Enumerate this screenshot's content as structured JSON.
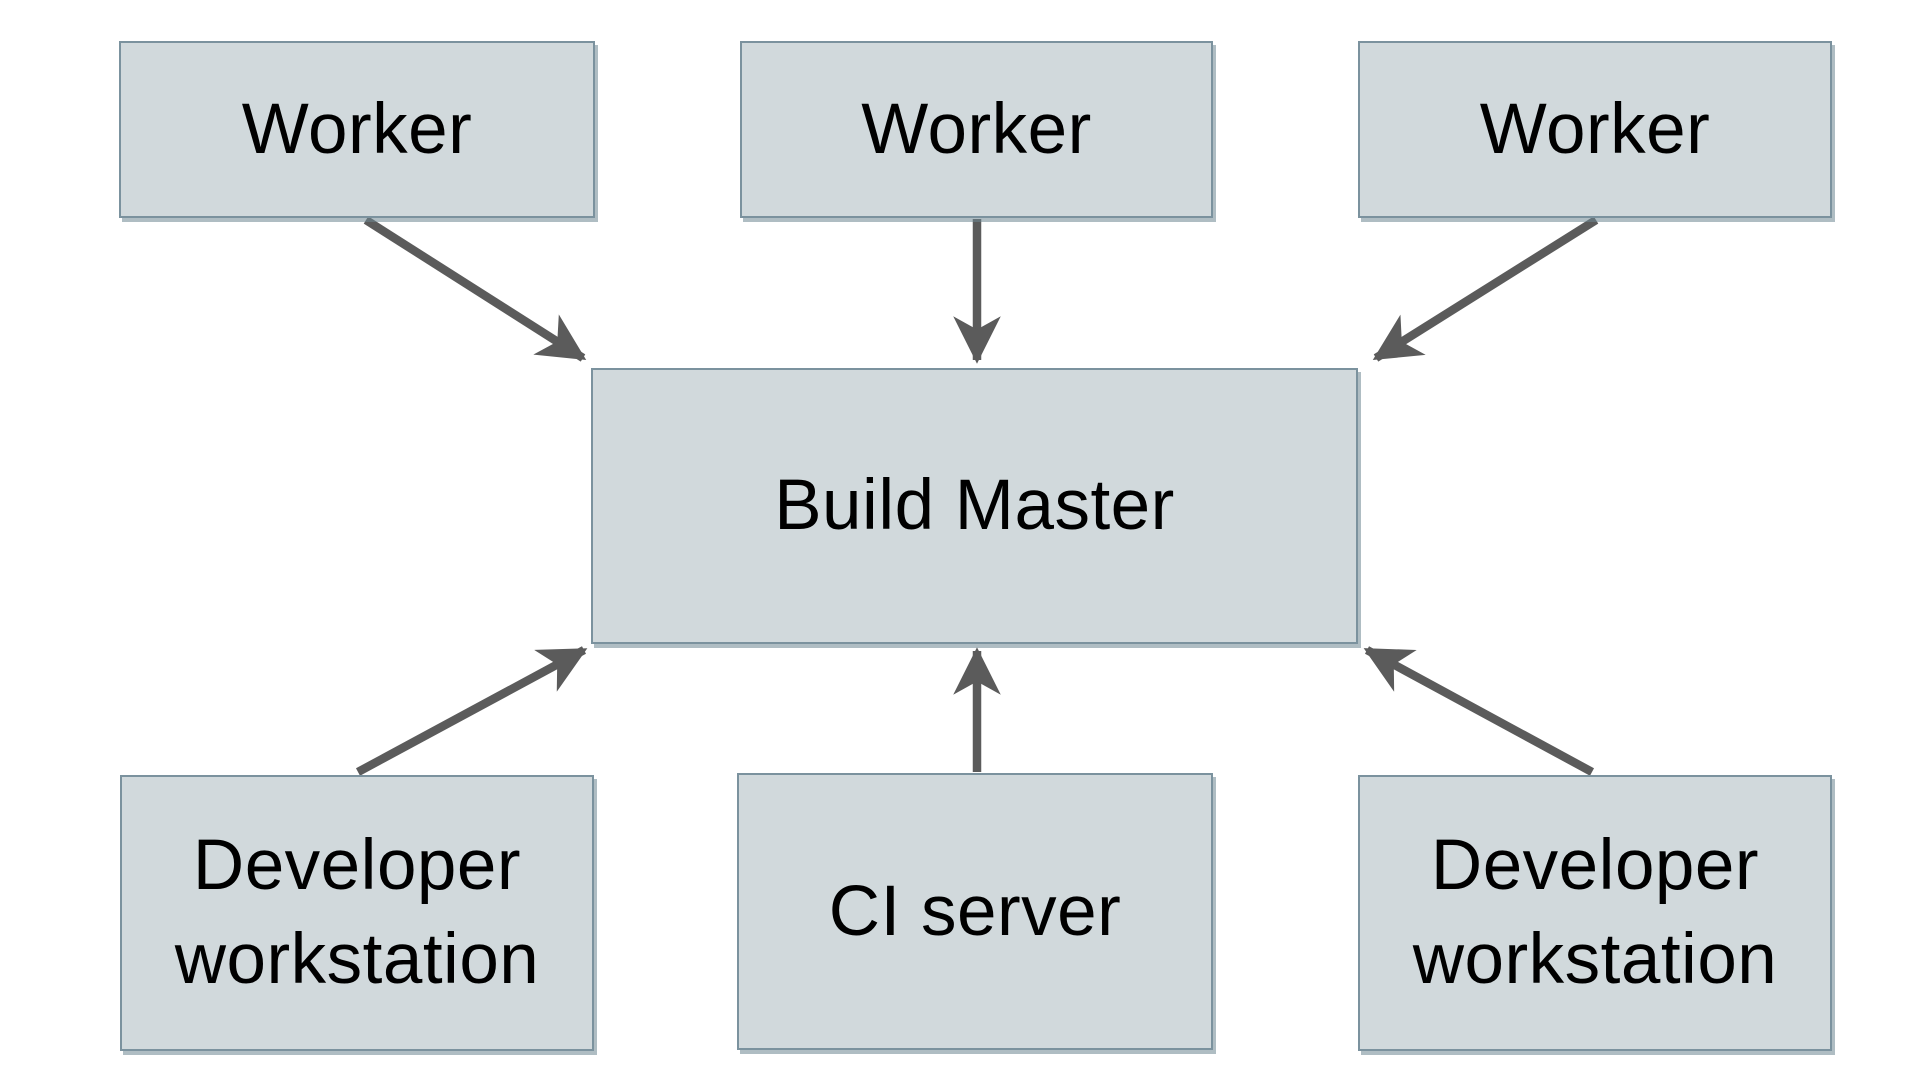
{
  "diagram": {
    "type": "node-edge-diagram",
    "background": "#ffffff",
    "node_fill": "#d1d9dc",
    "node_border": "#7b929e",
    "arrow_color": "#5b5b5b",
    "text_color": "#000000",
    "nodes": [
      {
        "id": "worker-1",
        "label": "Worker"
      },
      {
        "id": "worker-2",
        "label": "Worker"
      },
      {
        "id": "worker-3",
        "label": "Worker"
      },
      {
        "id": "build-master",
        "label": "Build Master"
      },
      {
        "id": "developer-workstation-left",
        "label": "Developer workstation"
      },
      {
        "id": "ci-server",
        "label": "CI server"
      },
      {
        "id": "developer-workstation-right",
        "label": "Developer workstation"
      }
    ],
    "edges": [
      {
        "from": "worker-1",
        "to": "build-master"
      },
      {
        "from": "worker-2",
        "to": "build-master"
      },
      {
        "from": "worker-3",
        "to": "build-master"
      },
      {
        "from": "developer-workstation-left",
        "to": "build-master"
      },
      {
        "from": "ci-server",
        "to": "build-master"
      },
      {
        "from": "developer-workstation-right",
        "to": "build-master"
      }
    ]
  }
}
